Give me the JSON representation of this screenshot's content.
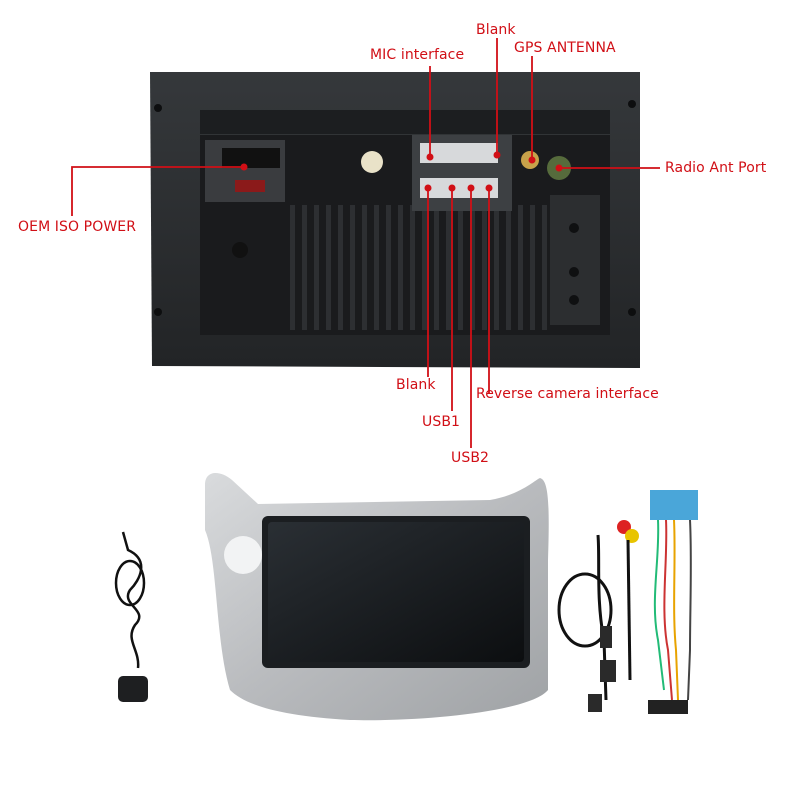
{
  "callouts": {
    "mic_interface": "MIC interface",
    "blank_top": "Blank",
    "gps_antenna": "GPS ANTENNA",
    "radio_ant_port": "Radio Ant Port",
    "oem_iso_power": "OEM ISO POWER",
    "blank_bottom": "Blank",
    "usb1": "USB1",
    "usb2": "USB2",
    "reverse_camera": "Reverse camera interface"
  },
  "colors": {
    "callout_red": "#d10f16",
    "unit_body": "#2a2c2e",
    "unit_dark": "#141516",
    "bezel_silver": "#c4c6c8",
    "screen": "#16191c"
  }
}
